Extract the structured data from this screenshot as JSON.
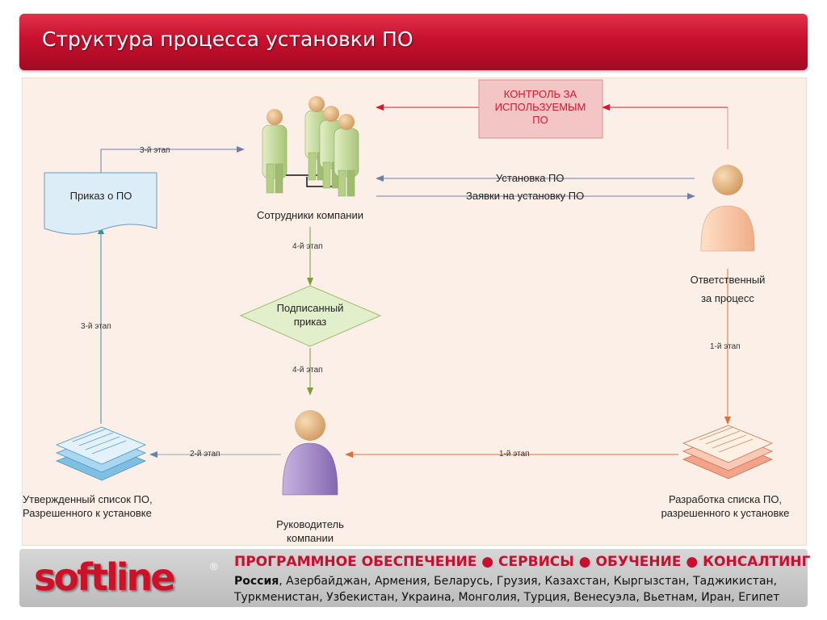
{
  "slide": {
    "title": "Структура процесса установки ПО"
  },
  "diagram": {
    "nodes": {
      "employees": "Сотрудники компании",
      "order": "Приказ о ПО",
      "control_lines": [
        "КОНТРОЛЬ ЗА",
        "ИСПОЛЬЗУЕМЫМ",
        "ПО"
      ],
      "responsible_lines": [
        "Ответственный",
        "за процесс"
      ],
      "signed_lines": [
        "Подписанный",
        "приказ"
      ],
      "manager_lines": [
        "Руководитель",
        "компании"
      ],
      "approved_lines": [
        "Утвержденный список ПО,",
        "Разрешенного к установке"
      ],
      "dev_lines": [
        "Разработка списка ПО,",
        "разрешенного к установке"
      ]
    },
    "edges": {
      "install": "Установка ПО",
      "requests": "Заявки на установку ПО",
      "stage1": "1-й этап",
      "stage2": "2-й этап",
      "stage3": "3-й этап",
      "stage4": "4-й этап"
    }
  },
  "footer": {
    "logo": "softline",
    "reg_mark": "®",
    "slogan": "ПРОГРАММНОЕ ОБЕСПЕЧЕНИЕ ● СЕРВИСЫ ● ОБУЧЕНИЕ ● КОНСАЛТИНГ",
    "country_first": "Россия",
    "countries_rest": ", Азербайджан, Армения, Беларусь, Грузия, Казахстан, Кыргызстан, Таджикистан, Туркменистан, Узбекистан, Украина, Монголия, Турция, Венесуэла, Вьетнам, Иран, Египет"
  },
  "colors": {
    "accent_red": "#c8102e",
    "diagram_background": "#fbefe7",
    "people_green": "#c6dc9a",
    "responsible_peach": "#fac5a3",
    "manager_purple": "#a58bc6",
    "diamond_green": "#e2efcb",
    "control_box": "#f4c5c5",
    "document_blue": "#dcedf7"
  }
}
